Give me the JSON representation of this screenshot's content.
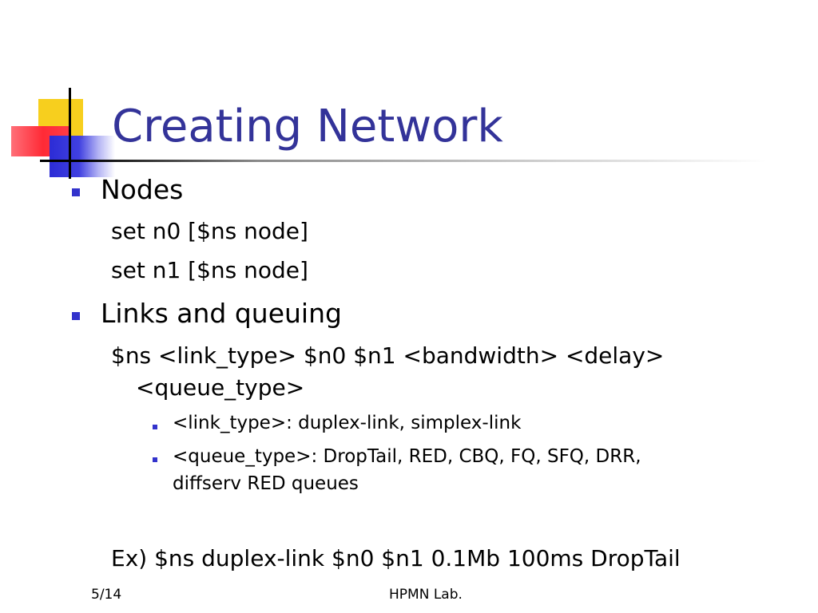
{
  "slide": {
    "title": "Creating Network",
    "sections": [
      {
        "heading": "Nodes",
        "lines": [
          "set n0 [$ns node]",
          "set n1 [$ns node]"
        ]
      },
      {
        "heading": "Links and queuing",
        "syntax_line_1": "$ns <link_type> $n0 $n1 <bandwidth> <delay>",
        "syntax_line_2": "<queue_type>",
        "subitems": [
          {
            "lines": [
              "<link_type>: duplex-link, simplex-link"
            ]
          },
          {
            "lines": [
              "<queue_type>: DropTail, RED, CBQ, FQ, SFQ, DRR,",
              "diffserv RED queues"
            ]
          }
        ]
      }
    ],
    "example": "Ex) $ns duplex-link $n0 $n1 0.1Mb 100ms DropTail"
  },
  "footer": {
    "page": "5/14",
    "center": "HPMN Lab."
  },
  "colors": {
    "title": "#333399",
    "bullet": "#3333cc",
    "deco_yellow": "#f7cf1e",
    "deco_red": "#ff2a36",
    "deco_blue": "#2c2cd6"
  }
}
